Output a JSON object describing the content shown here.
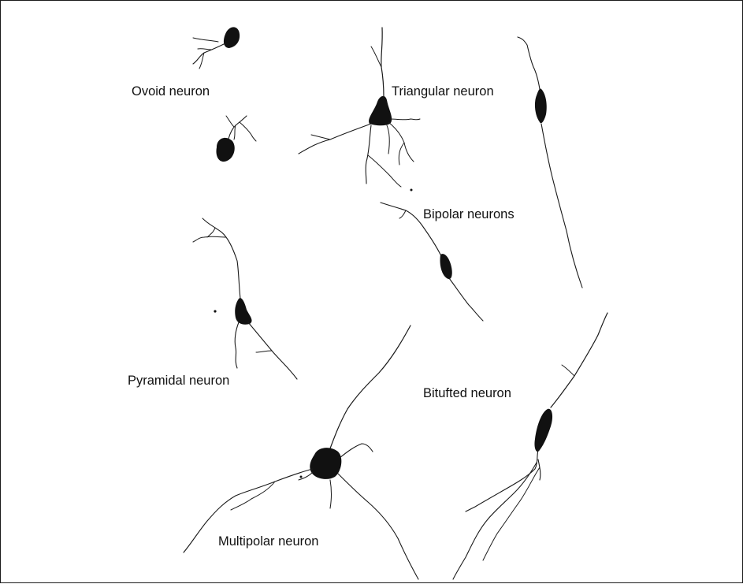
{
  "figure": {
    "labels": {
      "ovoid": "Ovoid neuron",
      "triangular": "Triangular neuron",
      "bipolar": "Bipolar neurons",
      "pyramidal": "Pyramidal neuron",
      "bitufted": "Bitufted neuron",
      "multipolar": "Multipolar neuron"
    },
    "colors": {
      "ink": "#111111",
      "background": "#ffffff"
    }
  }
}
